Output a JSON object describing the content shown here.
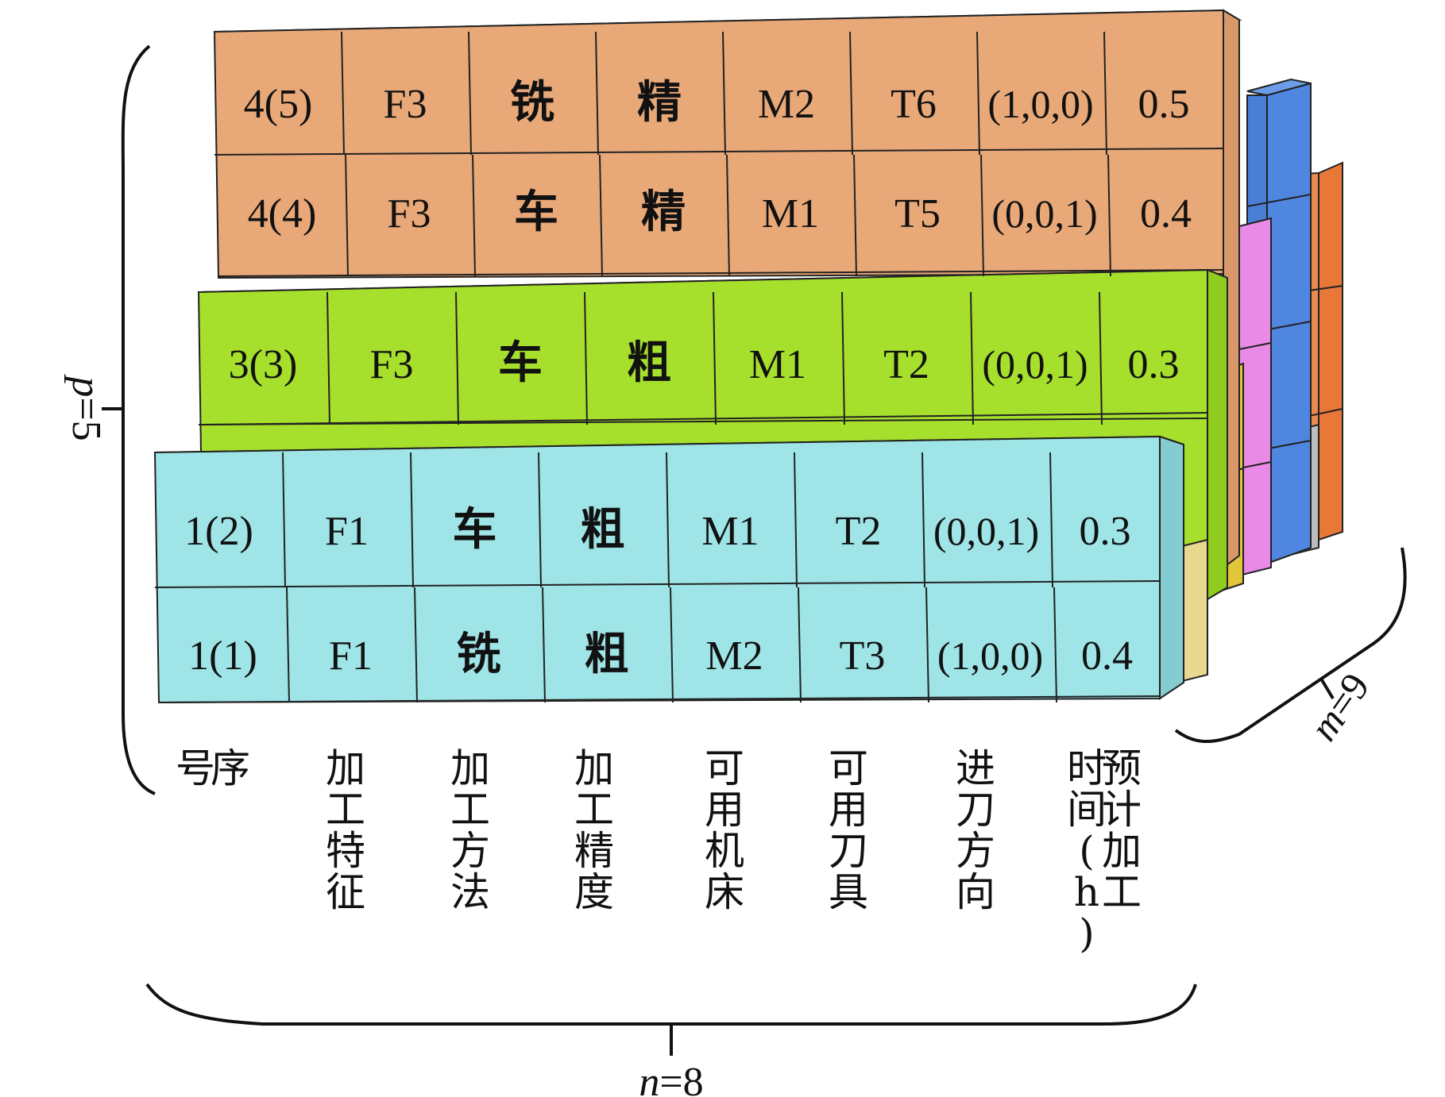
{
  "dimensions": {
    "p": {
      "var": "p",
      "eq": "=5"
    },
    "n": {
      "var": "n",
      "eq": "=8"
    },
    "m": {
      "var": "m",
      "eq": "=9"
    }
  },
  "columns": [
    {
      "lines": [
        "序",
        "号"
      ]
    },
    {
      "lines": [
        "加工特征"
      ]
    },
    {
      "lines": [
        "加工方法"
      ]
    },
    {
      "lines": [
        "加工精度"
      ]
    },
    {
      "lines": [
        "可用机床"
      ]
    },
    {
      "lines": [
        "可用刀具"
      ]
    },
    {
      "lines": [
        "进刀方向"
      ]
    },
    {
      "lines": [
        "预计加工",
        "时间(h)"
      ]
    }
  ],
  "rows": [
    {
      "id": "row-4-5",
      "layer": "orange",
      "cells": [
        "4(5)",
        "F3",
        "铣",
        "精",
        "M2",
        "T6",
        "(1,0,0)",
        "0.5"
      ]
    },
    {
      "id": "row-4-4",
      "layer": "orange",
      "cells": [
        "4(4)",
        "F3",
        "车",
        "精",
        "M1",
        "T5",
        "(0,0,1)",
        "0.4"
      ]
    },
    {
      "id": "row-3-3",
      "layer": "green",
      "cells": [
        "3(3)",
        "F3",
        "车",
        "粗",
        "M1",
        "T2",
        "(0,0,1)",
        "0.3"
      ]
    },
    {
      "id": "row-1-2",
      "layer": "cyan",
      "cells": [
        "1(2)",
        "F1",
        "车",
        "粗",
        "M1",
        "T2",
        "(0,0,1)",
        "0.3"
      ]
    },
    {
      "id": "row-1-1",
      "layer": "cyan",
      "cells": [
        "1(1)",
        "F1",
        "铣",
        "粗",
        "M2",
        "T3",
        "(1,0,0)",
        "0.4"
      ]
    }
  ],
  "colors": {
    "orange": "#e8a878",
    "green": "#a6e02c",
    "cyan": "#9fe4e6",
    "blue": "#4f86e0",
    "darkorange": "#e87838",
    "pink": "#e88ae6",
    "yellow": "#e2c63a",
    "grey": "#bdbdbd",
    "lightyellow": "#e8d890",
    "edge": "#222222"
  }
}
